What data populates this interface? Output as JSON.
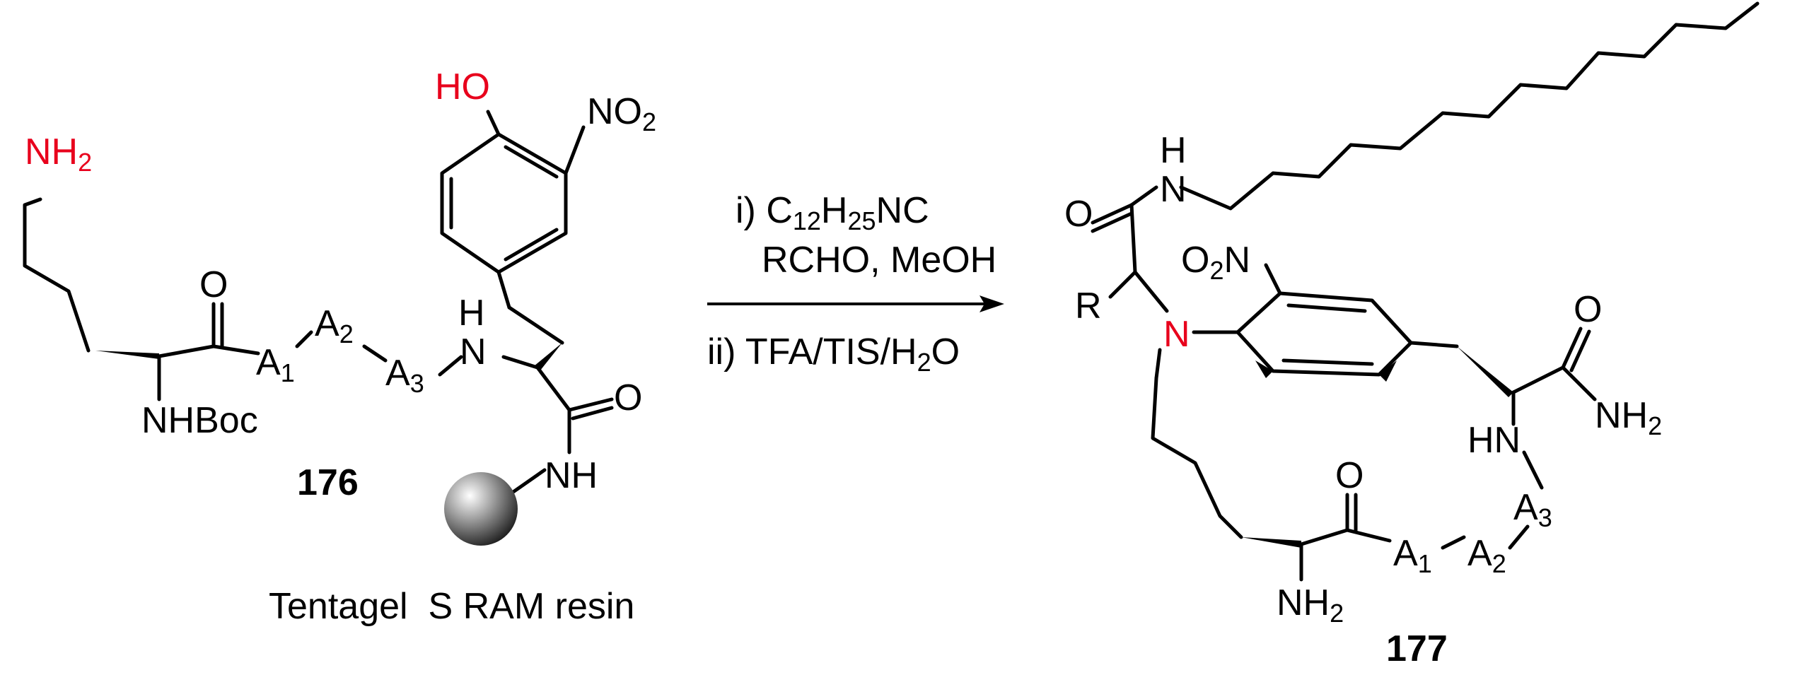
{
  "colors": {
    "ink": "#000000",
    "heteroatom": "#e8001c",
    "background": "#ffffff"
  },
  "reactant": {
    "compound_number": "176",
    "labels": {
      "nh2_side": "NH",
      "nh2_side_sub": "2",
      "ho": "HO",
      "no2": "NO",
      "no2_sub": "2",
      "carbonyl_o": "O",
      "a1": "A",
      "a1_sub": "1",
      "a2": "A",
      "a2_sub": "2",
      "a3": "A",
      "a3_sub": "3",
      "nh_top": "H",
      "nh_n": "N",
      "nhboc": "NHBoc",
      "amide_o": "O",
      "amide_nh": "NH"
    },
    "resin_caption": "Tentagel  S RAM resin",
    "resin_icon": "resin-bead-icon"
  },
  "reaction": {
    "step1_a": "i) C",
    "step1_a_sub1": "12",
    "step1_a_mid": "H",
    "step1_a_sub2": "25",
    "step1_a_end": "NC",
    "step1_b": "RCHO, MeOH",
    "step2_a": "ii) TFA/TIS/H",
    "step2_a_sub": "2",
    "step2_a_end": "O",
    "arrow_icon": "reaction-arrow-icon"
  },
  "product": {
    "compound_number": "177",
    "labels": {
      "amide_h": "H",
      "amide_n": "N",
      "o_left": "O",
      "o2n": "O",
      "o2n_sub": "2",
      "o2n_n": "N",
      "r": "R",
      "n_red": "N",
      "amide_o_right": "O",
      "nh2_right": "NH",
      "nh2_right_sub": "2",
      "hn": "HN",
      "a3": "A",
      "a3_sub": "3",
      "carbonyl_o": "O",
      "a1": "A",
      "a1_sub": "1",
      "a2": "A",
      "a2_sub": "2",
      "nh2_bottom": "NH",
      "nh2_bottom_sub": "2"
    }
  }
}
